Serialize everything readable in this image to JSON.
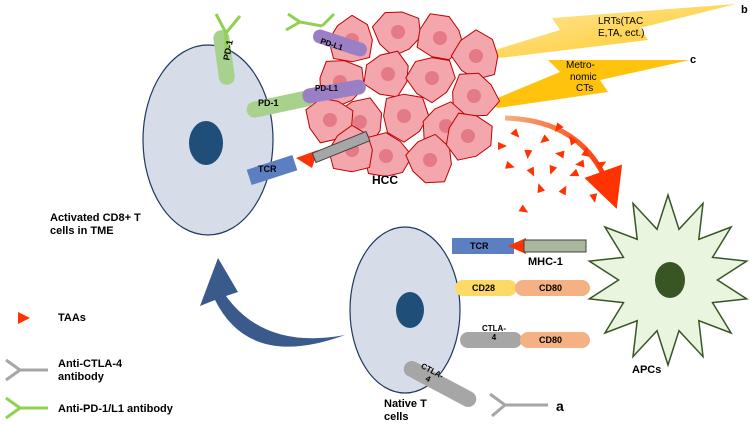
{
  "labels": {
    "b": "b",
    "c": "c",
    "a": "a",
    "lrts_line1": "LRTs(TAC",
    "lrts_line2": "E,TA, ect.)",
    "metro_line1": "Metro-",
    "metro_line2": "nomic",
    "metro_line3": "CTs",
    "hcc": "HCC",
    "activated_line1": "Activated CD8+ T",
    "activated_line2": "cells in TME",
    "native_line1": "Native T",
    "native_line2": "cells",
    "apcs": "APCs",
    "mhc1": "MHC-1",
    "pd1_top": "PD-1",
    "pd1_mid": "PD-1",
    "pdl1_top": "PD-L1",
    "pdl1_mid": "PD-L1",
    "tcr_top": "TCR",
    "tcr_bottom": "TCR",
    "cd28": "CD28",
    "cd80_top": "CD80",
    "cd80_bottom": "CD80",
    "ctla4_mid_line1": "CTLA-",
    "ctla4_mid_line2": "4",
    "ctla4_low_line1": "CTLA-",
    "ctla4_low_line2": "4"
  },
  "legend": {
    "taas": "TAAs",
    "anti_ctla4_line1": "Anti-CTLA-4",
    "anti_ctla4_line2": "antibody",
    "anti_pd1": "Anti-PD-1/L1 antibody"
  },
  "colors": {
    "cell_fill": "#d6dde8",
    "nucleus": "#1f4e79",
    "tumor_fill": "#f4a6ad",
    "tumor_stroke": "#c00000",
    "apc_fill": "#eaf5e0",
    "apc_stroke": "#375623",
    "lightning": "#ffc000",
    "antigen": "#ff3300",
    "arrow_blue": "#3b5a8c",
    "pd1_green": "#a9d18e",
    "pdl1_purple": "#9b7fc5",
    "tcr_blue": "#5b7fc1",
    "cd28_yellow": "#ffd966",
    "cd80_tan": "#f4b183",
    "ctla4_grey": "#a6a6a6"
  }
}
